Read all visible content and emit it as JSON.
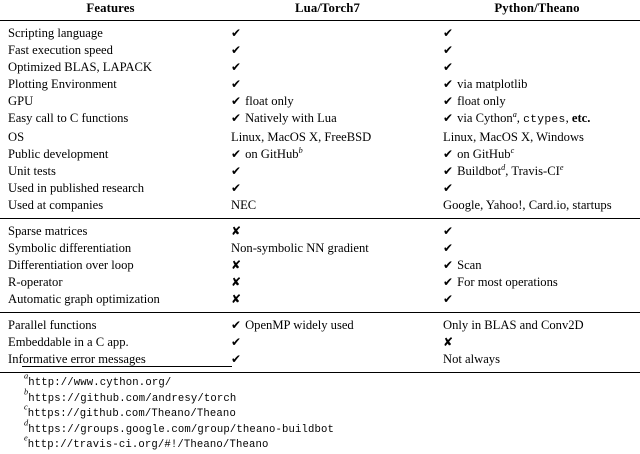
{
  "table": {
    "columns": [
      "Features",
      "Lua/Torch7",
      "Python/Theano"
    ],
    "groups": [
      {
        "rows": [
          {
            "feature": "Scripting language",
            "lua_mark": "check",
            "lua_text": "",
            "py_mark": "check",
            "py_text": ""
          },
          {
            "feature": "Fast execution speed",
            "lua_mark": "check",
            "lua_text": "",
            "py_mark": "check",
            "py_text": ""
          },
          {
            "feature": "Optimized BLAS, LAPACK",
            "lua_mark": "check",
            "lua_text": "",
            "py_mark": "check",
            "py_text": ""
          },
          {
            "feature": "Plotting Environment",
            "lua_mark": "check",
            "lua_text": "",
            "py_mark": "check",
            "py_text": "via matplotlib"
          },
          {
            "feature": "GPU",
            "lua_mark": "check",
            "lua_text": "float only",
            "py_mark": "check",
            "py_text": "float only"
          },
          {
            "feature": "Easy call to C functions",
            "lua_mark": "check",
            "lua_text": "Natively with Lua",
            "py_mark": "check",
            "py_text": "via Cythonᵃ, ctypes, etc."
          },
          {
            "feature": "OS",
            "lua_mark": "none",
            "lua_text": "Linux, MacOS X, FreeBSD",
            "py_mark": "none",
            "py_text": "Linux, MacOS X, Windows"
          },
          {
            "feature": "Public development",
            "lua_mark": "check",
            "lua_text": "on GitHubᵇ",
            "py_mark": "check",
            "py_text": "on GitHubᶜ"
          },
          {
            "feature": "Unit tests",
            "lua_mark": "check",
            "lua_text": "",
            "py_mark": "check",
            "py_text": "Buildbotᵈ, Travis-CIᵉ"
          },
          {
            "feature": "Used in published research",
            "lua_mark": "check",
            "lua_text": "",
            "py_mark": "check",
            "py_text": ""
          },
          {
            "feature": "Used at companies",
            "lua_mark": "none",
            "lua_text": "NEC",
            "py_mark": "none",
            "py_text": "Google, Yahoo!, Card.io, startups"
          }
        ]
      },
      {
        "rows": [
          {
            "feature": "Sparse matrices",
            "lua_mark": "cross",
            "lua_text": "",
            "py_mark": "check",
            "py_text": ""
          },
          {
            "feature": "Symbolic differentiation",
            "lua_mark": "none",
            "lua_text": "Non-symbolic NN gradient",
            "py_mark": "check",
            "py_text": ""
          },
          {
            "feature": "Differentiation over loop",
            "lua_mark": "cross",
            "lua_text": "",
            "py_mark": "check",
            "py_text": "Scan"
          },
          {
            "feature": "R-operator",
            "lua_mark": "cross",
            "lua_text": "",
            "py_mark": "check",
            "py_text": "For most operations"
          },
          {
            "feature": "Automatic graph optimization",
            "lua_mark": "cross",
            "lua_text": "",
            "py_mark": "check",
            "py_text": ""
          }
        ]
      },
      {
        "rows": [
          {
            "feature": "Parallel functions",
            "lua_mark": "check",
            "lua_text": "OpenMP widely used",
            "py_mark": "none",
            "py_text": "Only in BLAS and Conv2D"
          },
          {
            "feature": "Embeddable in a C app.",
            "lua_mark": "check",
            "lua_text": "",
            "py_mark": "cross",
            "py_text": ""
          },
          {
            "feature": "Informative error messages",
            "lua_mark": "check",
            "lua_text": "",
            "py_mark": "none",
            "py_text": "Not always"
          }
        ]
      }
    ]
  },
  "footnotes": [
    {
      "marker": "a",
      "url": "http://www.cython.org/"
    },
    {
      "marker": "b",
      "url": "https://github.com/andresy/torch"
    },
    {
      "marker": "c",
      "url": "https://github.com/Theano/Theano"
    },
    {
      "marker": "d",
      "url": "https://groups.google.com/group/theano-buildbot"
    },
    {
      "marker": "e",
      "url": "http://travis-ci.org/#!/Theano/Theano"
    }
  ]
}
